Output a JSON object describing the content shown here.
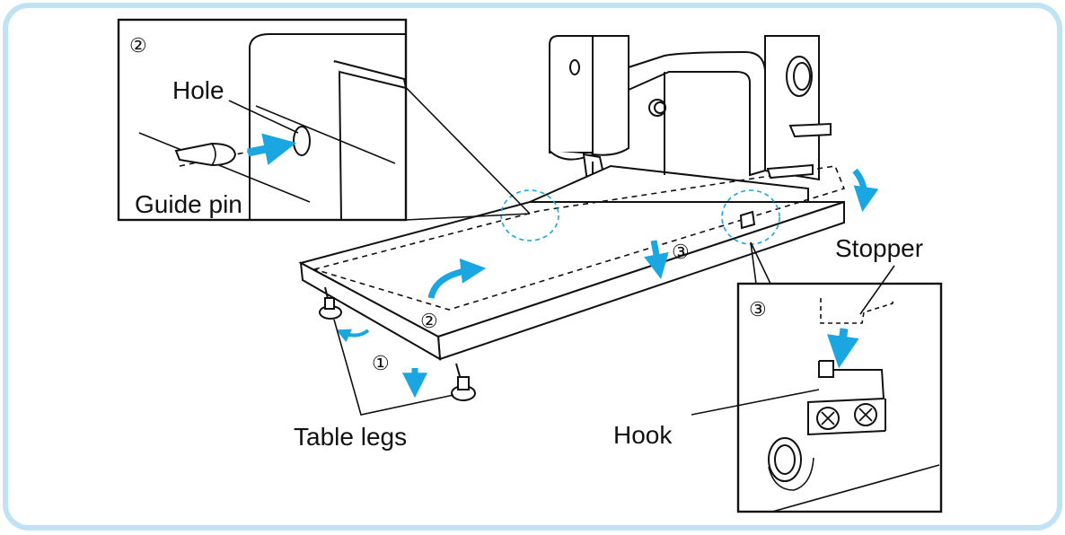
{
  "labels": {
    "hole": "Hole",
    "guide_pin": "Guide pin",
    "stopper": "Stopper",
    "hook": "Hook",
    "table_legs": "Table legs"
  },
  "steps": {
    "one": "①",
    "two": "②",
    "three": "③"
  },
  "colors": {
    "frame": "#bfe3f5",
    "arrow": "#1aa6e0",
    "line": "#111111"
  }
}
